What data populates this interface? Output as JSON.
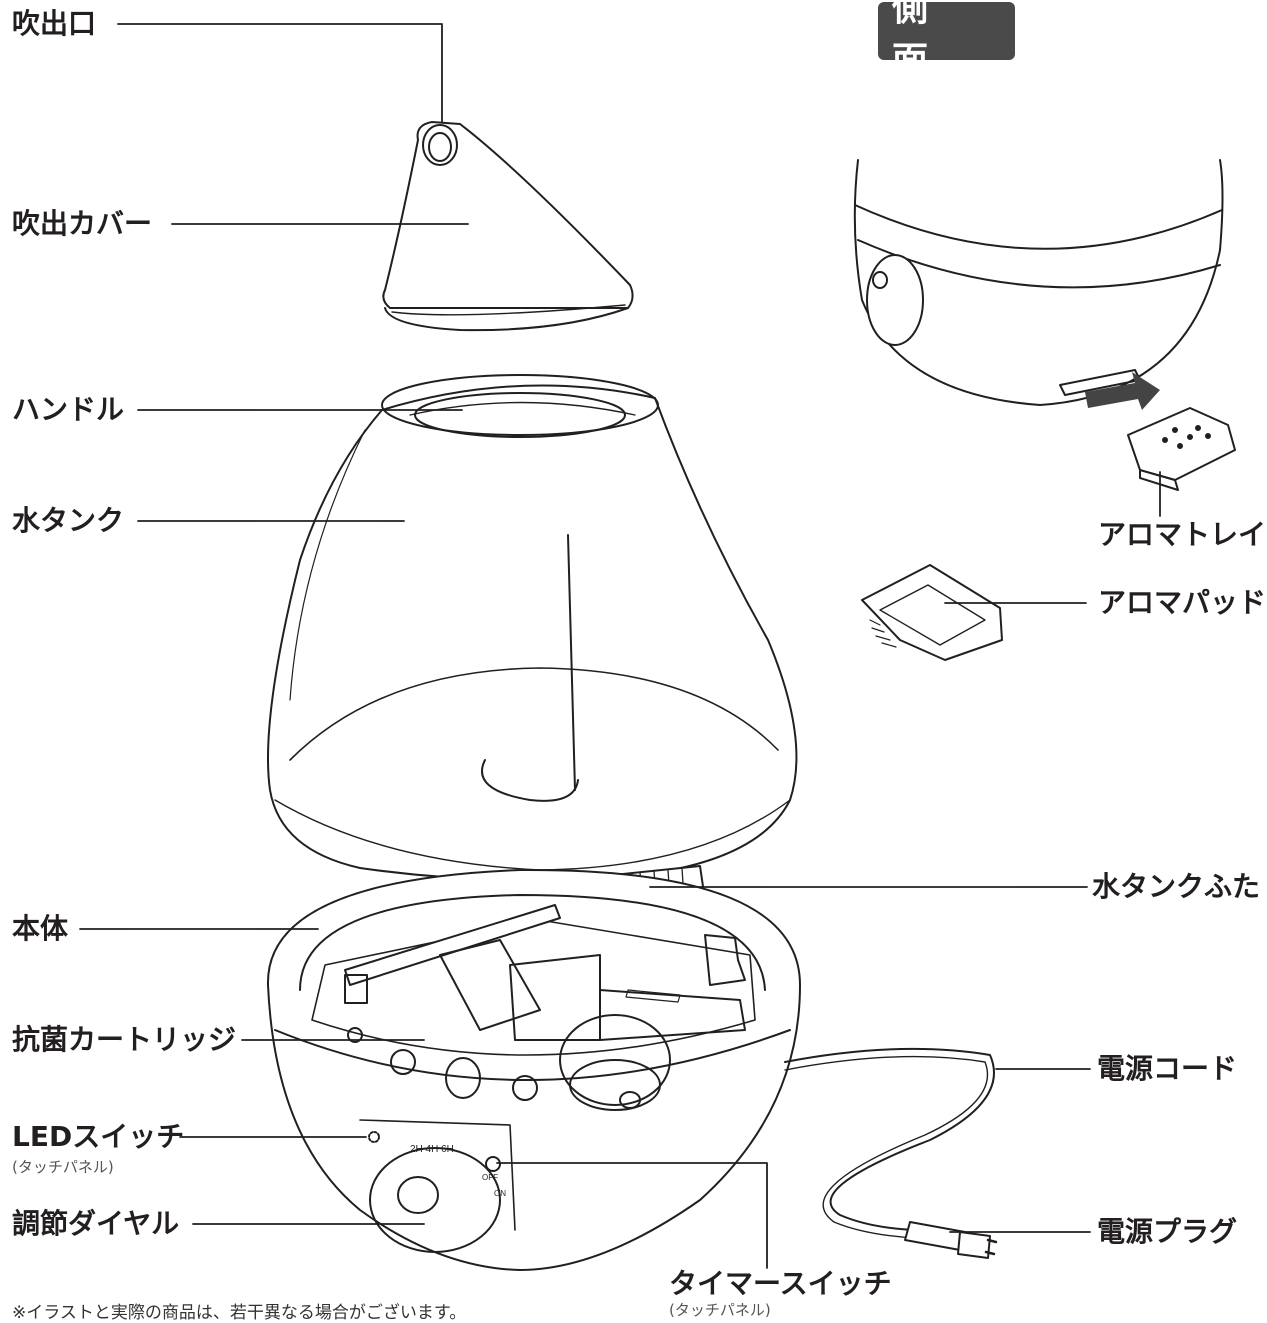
{
  "side_view_title": "側 面",
  "labels": {
    "outlet": "吹出口",
    "outlet_cover": "吹出カバー",
    "handle": "ハンドル",
    "water_tank": "水タンク",
    "body": "本体",
    "antibacterial_cartridge": "抗菌カートリッジ",
    "led_switch": "LEDスイッチ",
    "led_switch_sub": "(タッチパネル)",
    "dial": "調節ダイヤル",
    "aroma_tray": "アロマトレイ",
    "aroma_pad": "アロマパッド",
    "tank_cap": "水タンクふた",
    "power_cord": "電源コード",
    "power_plug": "電源プラグ",
    "timer_switch": "タイマースイッチ",
    "timer_switch_sub": "(タッチパネル)"
  },
  "panel": {
    "timer_marks": "2H  4H  6H",
    "off": "OFF",
    "on": "ON"
  },
  "footnote": "※イラストと実際の商品は、若干異なる場合がございます。",
  "colors": {
    "line": "#231f20",
    "badge": "#4a4a4a",
    "arrow": "#444444"
  }
}
